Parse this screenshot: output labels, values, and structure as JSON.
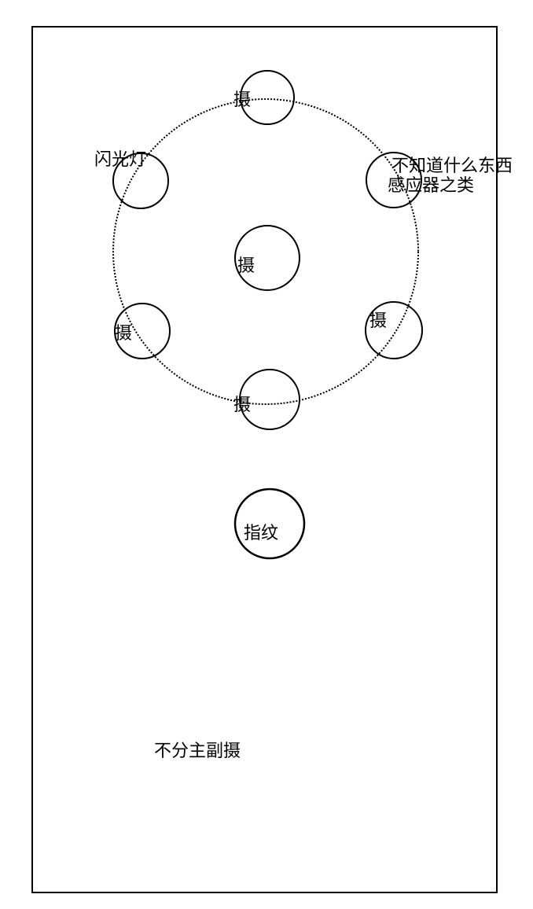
{
  "colors": {
    "stroke": "#000000",
    "background": "#ffffff"
  },
  "labels": {
    "camera_top": "摄",
    "flash": "闪光灯",
    "sensor_line1": "不知道什么东西",
    "sensor_line2": "感应器之类",
    "camera_center": "摄",
    "camera_left": "摄",
    "camera_right": "摄",
    "camera_bottom": "摄",
    "fingerprint": "指纹",
    "note": "不分主副摄"
  }
}
